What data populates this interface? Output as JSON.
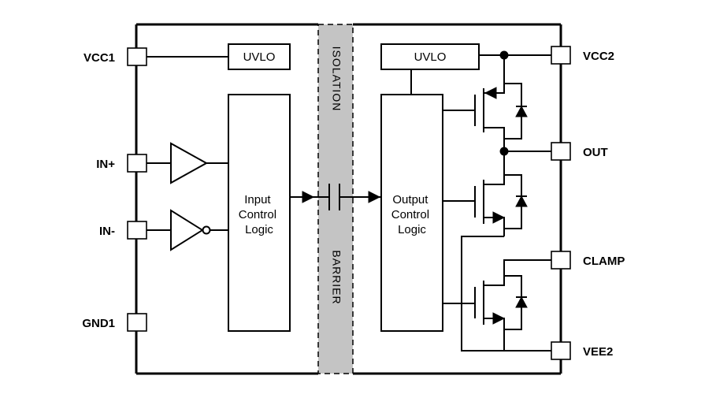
{
  "pins": {
    "vcc1": "VCC1",
    "in_plus": "IN+",
    "in_minus": "IN-",
    "gnd1": "GND1",
    "vcc2": "VCC2",
    "out": "OUT",
    "clamp": "CLAMP",
    "vee2": "VEE2"
  },
  "blocks": {
    "uvlo_left": "UVLO",
    "uvlo_right": "UVLO",
    "input_logic": [
      "Input",
      "Control",
      "Logic"
    ],
    "output_logic": [
      "Output",
      "Control",
      "Logic"
    ]
  },
  "barrier": {
    "top": "ISOLATION",
    "bottom": "BARRIER",
    "fill": "#c4c4c4"
  }
}
